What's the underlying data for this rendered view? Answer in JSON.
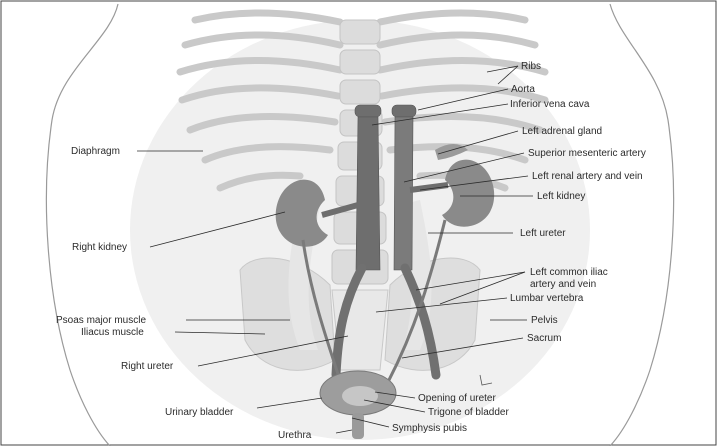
{
  "labels": {
    "ribs": "Ribs",
    "aorta": "Aorta",
    "ivc": "Inferior vena cava",
    "left_adrenal": "Left adrenal gland",
    "sma": "Superior mesenteric artery",
    "left_renal": "Left renal artery and vein",
    "left_kidney": "Left kidney",
    "left_ureter": "Left ureter",
    "left_iliac_1": "Left common iliac",
    "left_iliac_2": "artery and vein",
    "lumbar": "Lumbar vertebra",
    "pelvis": "Pelvis",
    "sacrum": "Sacrum",
    "opening_ureter": "Opening of ureter",
    "trigone": "Trigone of bladder",
    "symphysis": "Symphysis pubis",
    "urethra": "Urethra",
    "urinary_bladder": "Urinary bladder",
    "right_ureter": "Right ureter",
    "iliacus": "Iliacus muscle",
    "psoas": "Psoas major muscle",
    "right_kidney": "Right kidney",
    "diaphragm": "Diaphragm"
  },
  "colors": {
    "kidney": "#8a8a8a",
    "vessel": "#6e6e6e",
    "bone": "#d2d2d2",
    "body_outline": "#9a9a9a",
    "text": "#2b2b2b"
  }
}
